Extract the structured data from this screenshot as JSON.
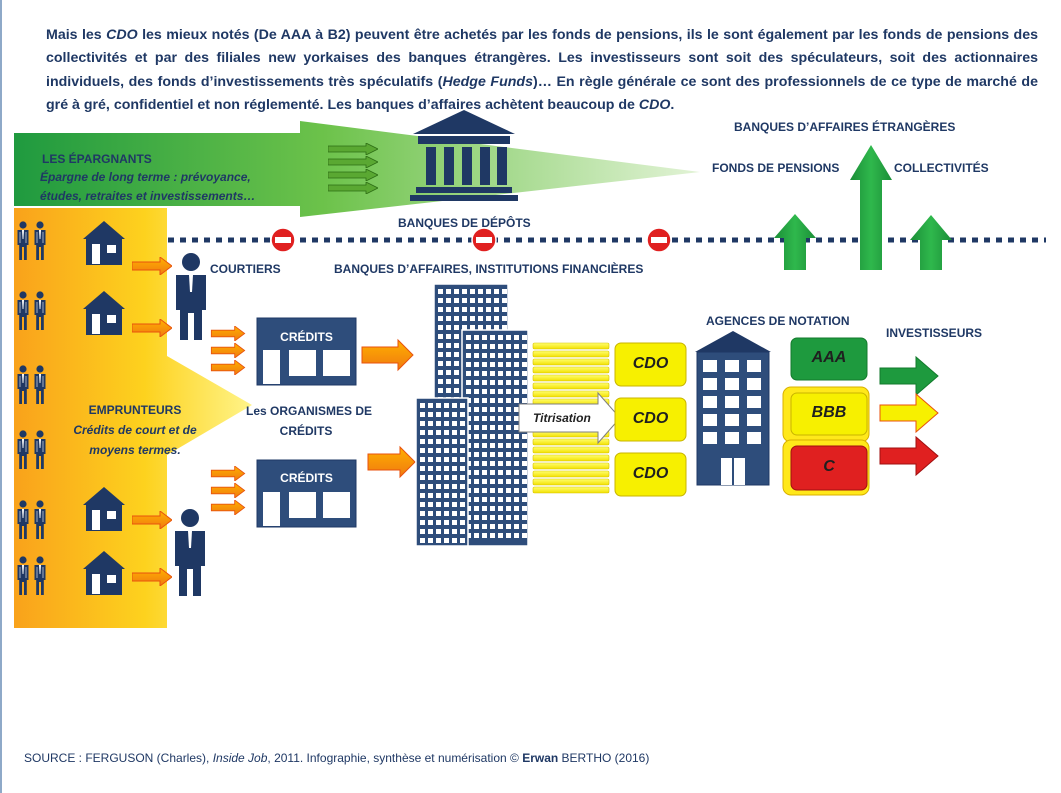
{
  "intro": {
    "p1": "Mais les ",
    "cdo1": "CDO",
    "p2": " les mieux notés (De AAA à B2) peuvent être achetés par les fonds de pensions, ils le sont également par les fonds de pensions des collectivités et par des filiales new yorkaises des banques étrangères. Les investisseurs sont soit des spéculateurs, soit des actionnaires individuels, des fonds d’investissements très spéculatifs (",
    "hedge": "Hedge Funds",
    "p3": ")… En règle générale ce sont des professionnels de ce type de marché de gré à gré, confidentiel et non réglementé. Les banques d’affaires achètent beaucoup de ",
    "cdo2": "CDO",
    "p4": "."
  },
  "labels": {
    "epargnants_title": "LES ÉPARGNANTS",
    "epargnants_line1": "Épargne de long terme : prévoyance,",
    "epargnants_line2": "études, retraites et investissements…",
    "banques_depots": "BANQUES DE DÉPÔTS",
    "banques_affaires_etrangeres": "BANQUES D’AFFAIRES ÉTRANGÈRES",
    "fonds_pensions": "FONDS DE PENSIONS",
    "collectivites": "COLLECTIVITÉS",
    "courtiers": "COURTIERS",
    "banques_affaires": "BANQUES D’AFFAIRES, INSTITUTIONS FINANCIÈRES",
    "emprunteurs_title": "EMPRUNTEURS",
    "emprunteurs_line1": "Crédits de court et de",
    "emprunteurs_line2": "moyens termes.",
    "organismes_line1": "Les ORGANISMES DE",
    "organismes_line2": "CRÉDITS",
    "credits_top": "CRÉDITS",
    "credits_bottom": "CRÉDITS",
    "titrisation": "Titrisation",
    "cdo_a": "CDO",
    "cdo_b": "CDO",
    "cdo_c": "CDO",
    "agences_notation": "AGENCES DE NOTATION",
    "investisseurs": "INVESTISSEURS",
    "rating_aaa": "AAA",
    "rating_bbb": "BBB",
    "rating_c": "C"
  },
  "footer": {
    "p1": "SOURCE : FERGUSON (Charles), ",
    "title": "Inside Job",
    "p2": ", 2011. Infographie, synthèse et numérisation © ",
    "author_first": "Erwan",
    "p3": " BERTHO (2016)"
  },
  "colors": {
    "navy": "#1f3864",
    "building": "#2e4d7b",
    "green": "#1e9a3e",
    "orange": "#f7961e",
    "yellow": "#f7e818",
    "red": "#e02020"
  }
}
